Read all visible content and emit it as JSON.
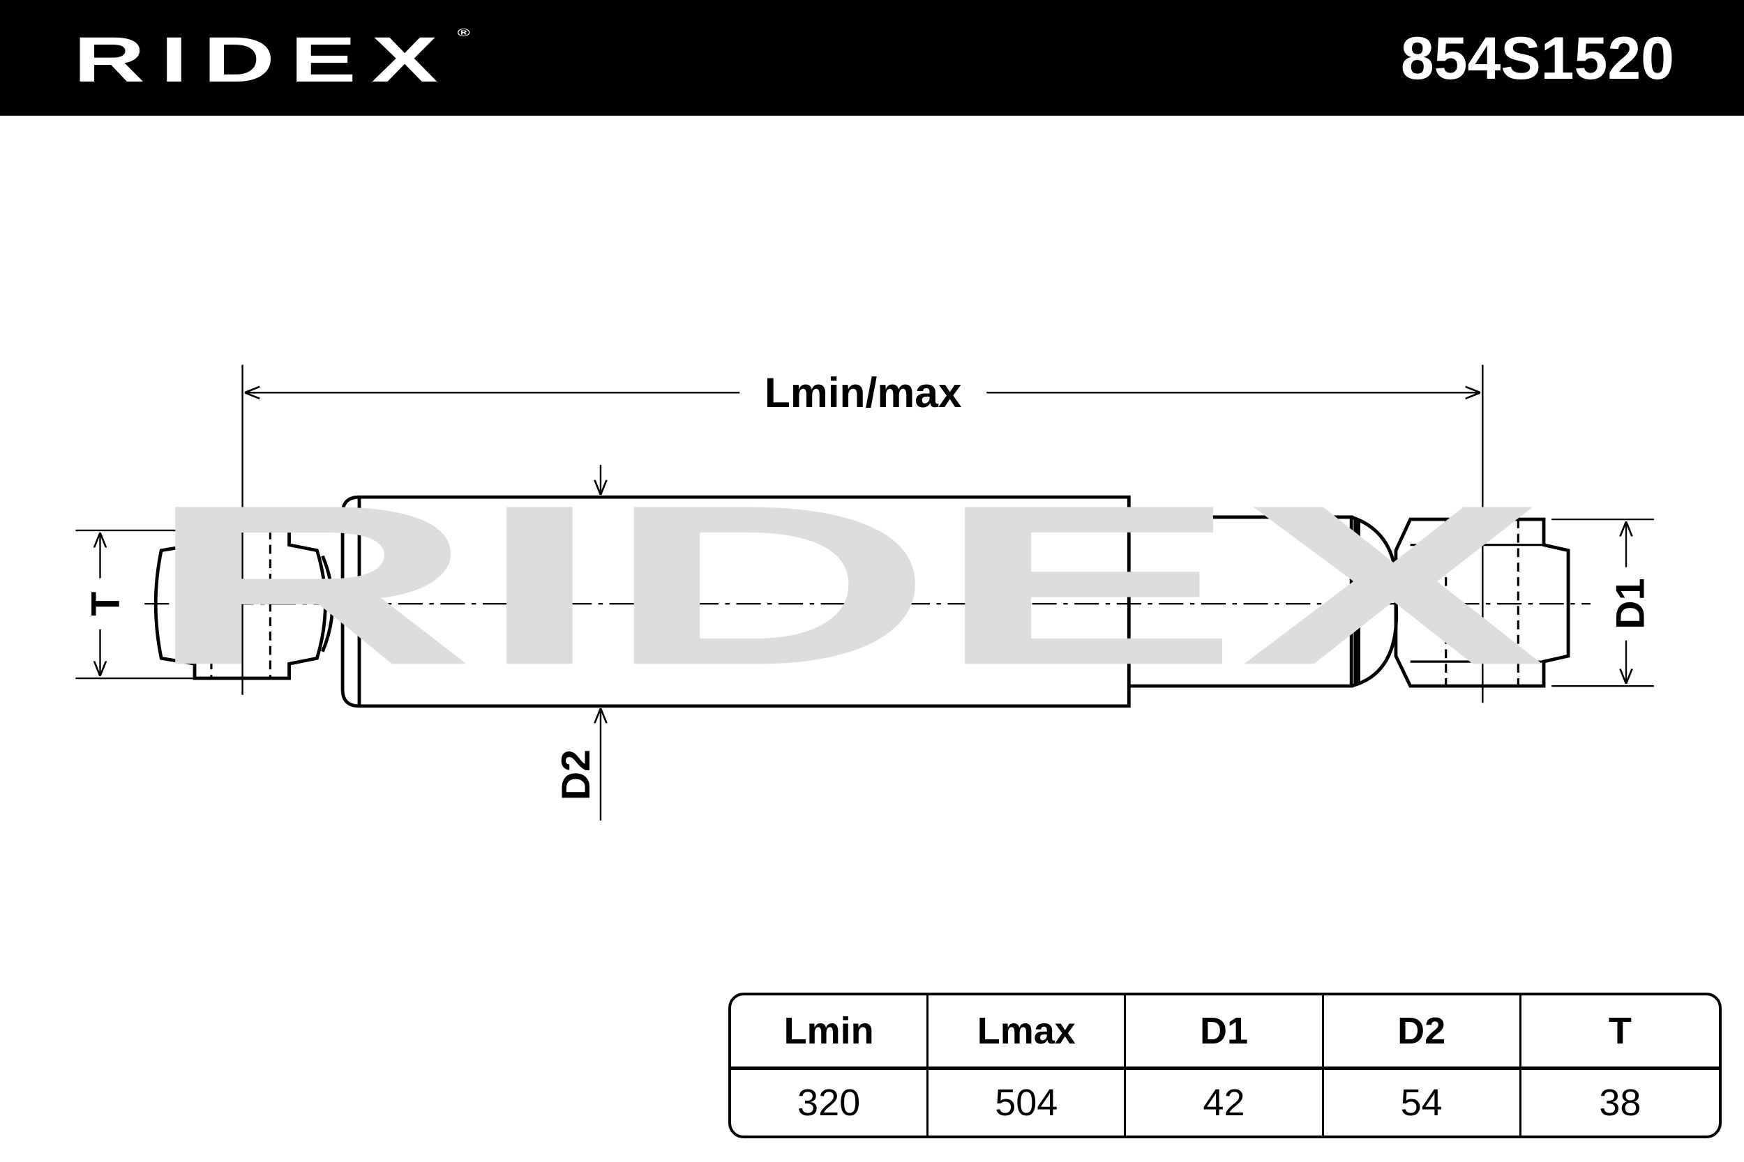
{
  "header": {
    "brand": "RIDEX",
    "brand_mark": "®",
    "part_number": "854S1520"
  },
  "drawing": {
    "watermark": "RIDEX",
    "length_label": "Lmin/max",
    "t_label": "T",
    "d1_label": "D1",
    "d2_label": "D2"
  },
  "table": {
    "headers": [
      "Lmin",
      "Lmax",
      "D1",
      "D2",
      "T"
    ],
    "values": [
      "320",
      "504",
      "42",
      "54",
      "38"
    ]
  }
}
